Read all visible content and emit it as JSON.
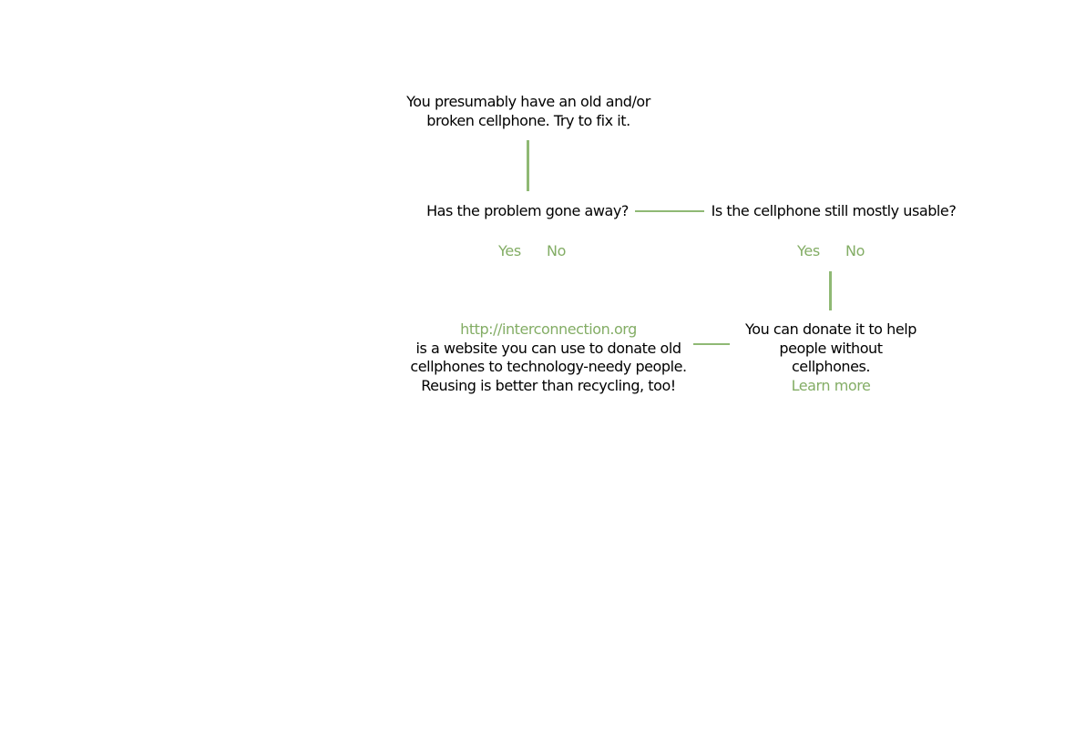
{
  "start": {
    "line1": "You presumably have an old and/or",
    "line2": "broken cellphone. Try to fix it."
  },
  "question1": {
    "text": "Has the problem gone away?",
    "yes": "Yes",
    "no": "No"
  },
  "question2": {
    "text": "Is the cellphone still mostly usable?",
    "yes": "Yes",
    "no": "No"
  },
  "donate": {
    "line1": "You can donate it to help",
    "line2": "people without",
    "line3": "cellphones.",
    "learn_more": "Learn more"
  },
  "interconnection": {
    "link": "http://interconnection.org",
    "line1": "is a website you can use to donate old",
    "line2": "cellphones to technology-needy people.",
    "line3": "Reusing is better than recycling, too!"
  },
  "colors": {
    "accent": "#83ad65",
    "connector": "#8fb974",
    "text": "#000000",
    "background": "#ffffff"
  }
}
